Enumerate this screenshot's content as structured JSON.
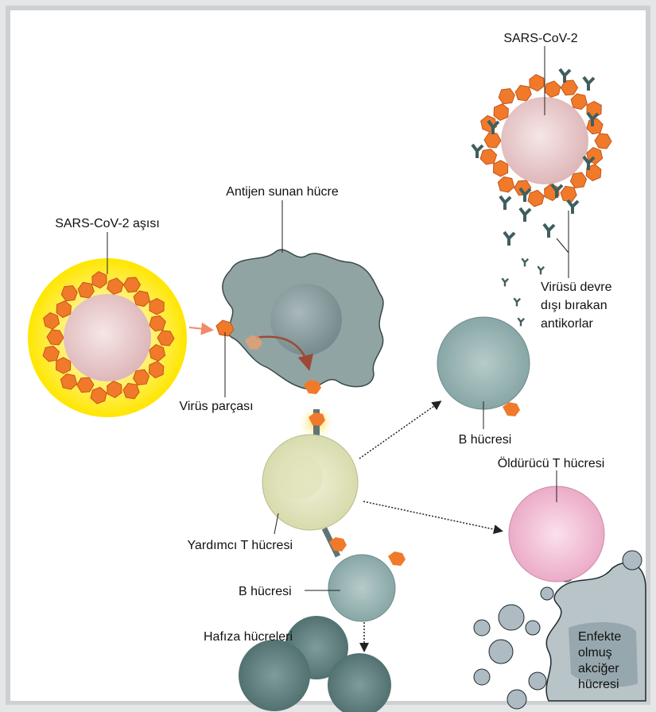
{
  "labels": {
    "virus_top": "SARS-CoV-2",
    "antibodies": [
      "Virüsü devre",
      "dışı bırakan",
      "antikorlar"
    ],
    "apc": "Antijen sunan hücre",
    "vaccine": "SARS-CoV-2 aşısı",
    "virus_fragment": "Virüs parçası",
    "b_cell_top": "B hücresi",
    "killer_t": "Öldürücü T hücresi",
    "helper_t": "Yardımcı T hücresi",
    "b_cell_bottom": "B hücresi",
    "memory_cells": "Hafıza hücreleri",
    "infected_cell": [
      "Enfekte",
      "olmuş",
      "akciğer",
      "hücresi"
    ]
  },
  "colors": {
    "vaccine_halo": "#ffe600",
    "spike": "#f07a2a",
    "virus_body": "#ecc9c9",
    "apc": "#8fa3a3",
    "helper_t": "#e4e6c2",
    "b_cell": "#9fb9b8",
    "memory": "#5f7f7e",
    "killer_t": "#f3bfd6",
    "lung": "#b9c4c9"
  }
}
